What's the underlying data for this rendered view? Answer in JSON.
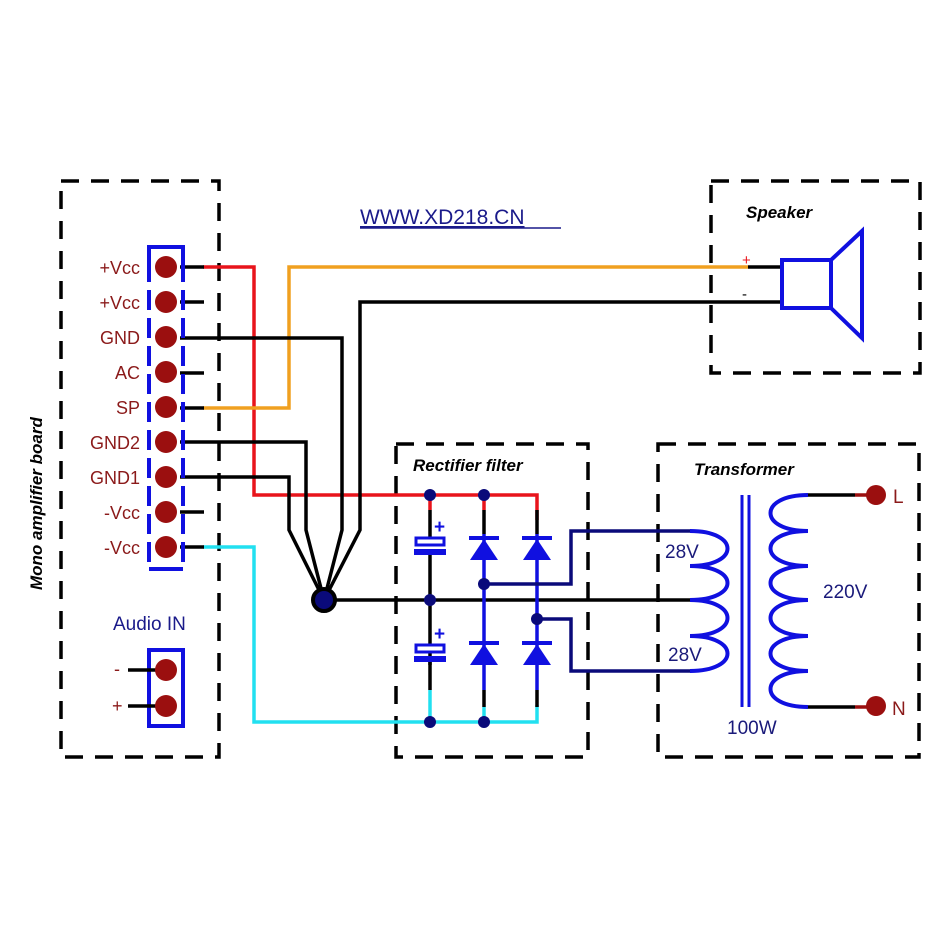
{
  "website": "WWW.XD218.CN",
  "colors": {
    "vcc_pos_wire": "#e8141b",
    "speaker_pos_wire": "#f0a020",
    "ground_wire": "#000000",
    "vcc_neg_wire": "#22e0f0",
    "component": "#1010e0",
    "pin": "#9b0f0f",
    "node": "#0a0a7a",
    "url": "#1a1a8a"
  },
  "amp_board": {
    "title": "Mono amplifier board",
    "pins": [
      {
        "label": "+Vcc"
      },
      {
        "label": "+Vcc"
      },
      {
        "label": "GND"
      },
      {
        "label": "AC"
      },
      {
        "label": "SP"
      },
      {
        "label": "GND2"
      },
      {
        "label": "GND1"
      },
      {
        "label": "-Vcc"
      },
      {
        "label": "-Vcc"
      }
    ],
    "audio_in": {
      "title": "Audio IN",
      "pins": [
        {
          "label": "-"
        },
        {
          "label": "+"
        }
      ]
    }
  },
  "speaker": {
    "title": "Speaker",
    "plus": "+",
    "minus": "-"
  },
  "rectifier": {
    "title": "Rectifier filter",
    "cap_plus": "+"
  },
  "transformer": {
    "title": "Transformer",
    "secondary_top": "28V",
    "secondary_bottom": "28V",
    "primary": "220V",
    "power": "100W",
    "line": "L",
    "neutral": "N"
  }
}
